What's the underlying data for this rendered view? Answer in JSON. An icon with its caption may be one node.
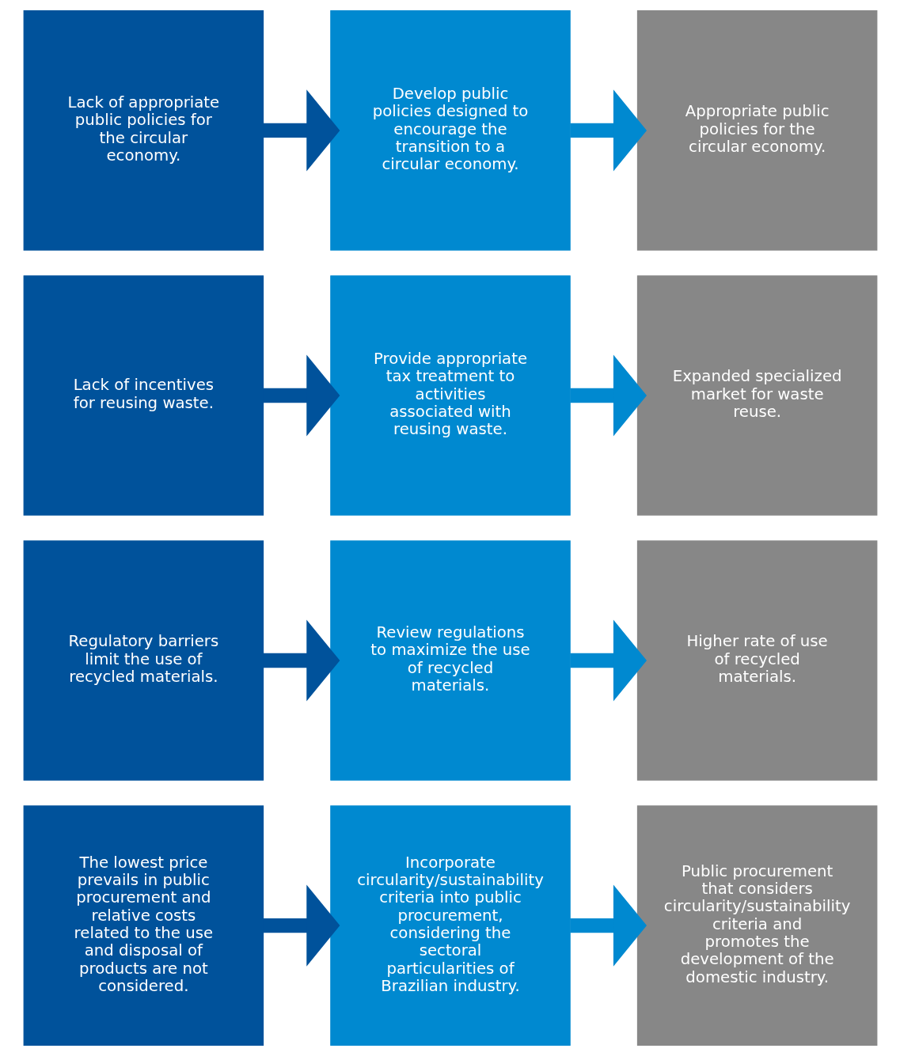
{
  "diagram": {
    "nodes": [
      {
        "text": [
          "Lack of appropriate public policies for the circular economy."
        ]
      },
      {
        "text": [
          "Develop public policies designed to encourage the transition to a circular economy."
        ]
      },
      {
        "text": [
          "Appropriate public policies for the circular economy."
        ]
      },
      {
        "text": [
          "Lack of incentives for reusing waste."
        ]
      },
      {
        "text": [
          "Provide appropriate tax treatment to activities associated with reusing waste."
        ]
      },
      {
        "text": [
          "Expanded specialized market for waste reuse."
        ]
      },
      {
        "text": [
          "Regulatory barriers limit the use of recycled materials."
        ]
      },
      {
        "text": [
          "Review regulations to maximize the use of recycled materials."
        ]
      },
      {
        "text": [
          "Higher rate of use of recycled materials."
        ]
      },
      {
        "text": [
          "The lowest price prevails in public procurement and relative costs related to the use and disposal of products are not considered."
        ]
      },
      {
        "text": [
          "Incorporate circularity/sustainability criteria into public procurement, considering the sectoral particularities of Brazilian industry."
        ]
      },
      {
        "text": [
          "Public procurement that considers circularity/sustainability criteria and promotes the development of the domestic industry."
        ]
      }
    ],
    "edges": [
      {
        "from": 0,
        "to": 1,
        "arrow": "to",
        "color": "#00529b"
      },
      {
        "from": 1,
        "to": 2,
        "arrow": "to",
        "color": "#0089d0"
      },
      {
        "from": 3,
        "to": 4,
        "arrow": "to",
        "color": "#00529b"
      },
      {
        "from": 4,
        "to": 5,
        "arrow": "to",
        "color": "#0089d0"
      },
      {
        "from": 6,
        "to": 7,
        "arrow": "to",
        "color": "#00529b"
      },
      {
        "from": 7,
        "to": 8,
        "arrow": "to",
        "color": "#0089d0"
      },
      {
        "from": 9,
        "to": 10,
        "arrow": "to",
        "color": "#00529b"
      },
      {
        "from": 10,
        "to": 11,
        "arrow": "to",
        "color": "#0089d0"
      }
    ]
  }
}
